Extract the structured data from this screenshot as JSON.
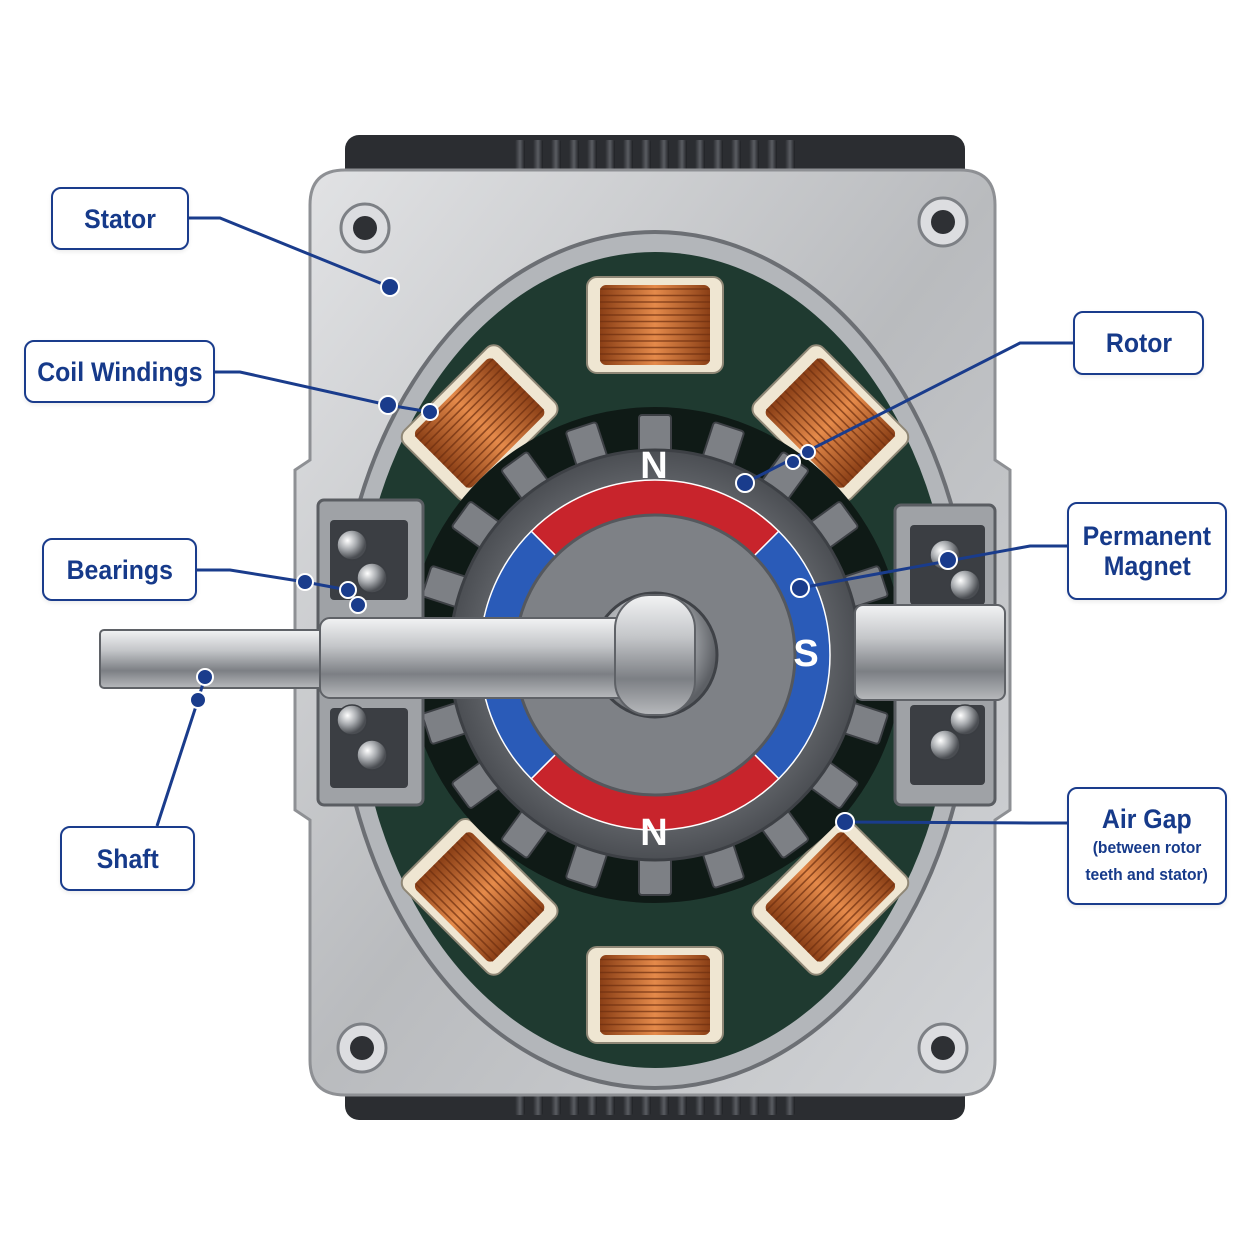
{
  "labels": {
    "stator": "Stator",
    "coil_windings": "Coil Windings",
    "bearings": "Bearings",
    "shaft": "Shaft",
    "rotor": "Rotor",
    "permanent_magnet_line1": "Permanent",
    "permanent_magnet_line2": "Magnet",
    "air_gap": "Air Gap",
    "air_gap_note_line1": "(between rotor",
    "air_gap_note_line2": "teeth and stator)"
  },
  "poles": {
    "north_top": "N",
    "south_right": "S",
    "north_bottom": "N"
  },
  "colors": {
    "label_border": "#1a3c8c",
    "label_text": "#163a8a",
    "leader_line": "#1a3c8c",
    "magnet_north": "#c8242c",
    "magnet_south": "#2a5bb8",
    "copper": "#c0652c",
    "stator_dark": "#1f3a30",
    "housing": "#c9cbce"
  }
}
